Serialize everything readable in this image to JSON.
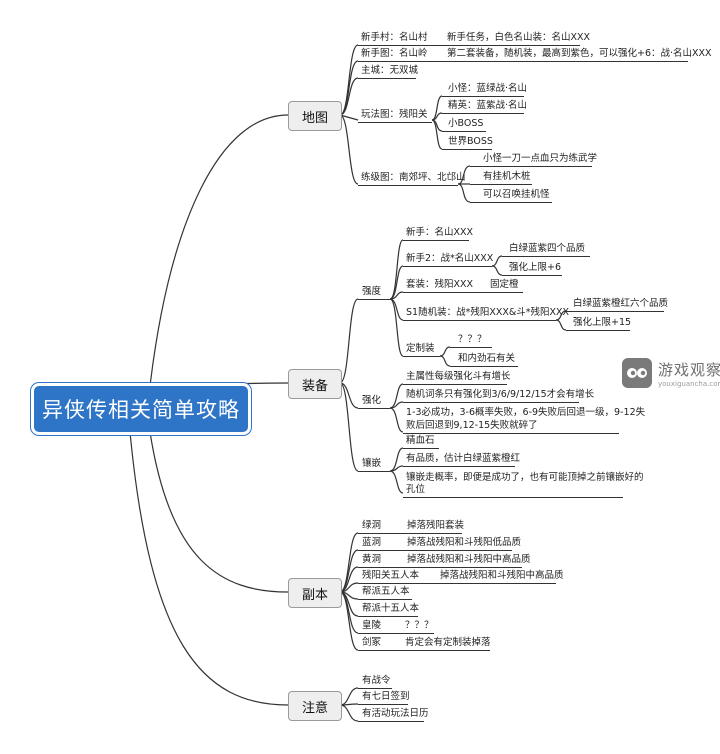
{
  "root": {
    "title": "异侠传相关简单攻略"
  },
  "categories": {
    "map": "地图",
    "equip": "装备",
    "dungeon": "副本",
    "notes": "注意"
  },
  "map": {
    "newbie_village_label": "新手村：名山村",
    "newbie_village_detail": "新手任务，白色名山装：名山XXX",
    "newbie_map_label": "新手图：名山岭",
    "newbie_map_detail": "第二套装备，随机装，最高到紫色，可以强化+6：战·名山XXX",
    "main_city": "主城：无双城",
    "play_map_label": "玩法图：残阳关",
    "play_map_items": [
      "小怪：蓝绿战·名山",
      "精英：蓝紫战·名山",
      "小BOSS",
      "世界BOSS"
    ],
    "training_label": "练级图：南郊坪、北邙山",
    "training_items": [
      "小怪一刀一点血只为练武学",
      "有挂机木桩",
      "可以召唤挂机怪"
    ]
  },
  "equip": {
    "strength_label": "强度",
    "s1": "新手：名山XXX",
    "s2": "新手2：战*名山XXX",
    "s2_items": [
      "白绿蓝紫四个品质",
      "强化上限+6"
    ],
    "s3": "套装：残阳XXX",
    "s3_detail": "固定橙",
    "s4": "S1随机装：战*残阳XXX&斗*残阳XXX",
    "s4_items": [
      "白绿蓝紫橙红六个品质",
      "强化上限+15"
    ],
    "s5": "定制装",
    "s5_items": [
      "？？？",
      "和内劲石有关"
    ],
    "enhance_label": "强化",
    "e_items": [
      "主属性每级强化斗有增长",
      "随机词条只有强化到3/6/9/12/15才会有增长"
    ],
    "e_long_1": "1-3必成功，3-6概率失败，6-9失败后回退一级，9-12失",
    "e_long_2": "败后回退到9,12-15失败就碎了",
    "inlay_label": "镶嵌",
    "i_items": [
      "精血石",
      "有品质，估计白绿蓝紫橙红"
    ],
    "i_long_1": "镶嵌走概率，即便是成功了，也有可能顶掉之前镶嵌好的",
    "i_long_2": "孔位"
  },
  "dungeon": {
    "rows": [
      {
        "name": "绿洞",
        "detail": "掉落残阳套装"
      },
      {
        "name": "蓝洞",
        "detail": "掉落战残阳和斗残阳低品质"
      },
      {
        "name": "黄洞",
        "detail": "掉落战残阳和斗残阳中高品质"
      },
      {
        "name": "残阳关五人本",
        "detail": "掉落战残阳和斗残阳中高品质"
      },
      {
        "name": "帮派五人本",
        "detail": ""
      },
      {
        "name": "帮派十五人本",
        "detail": ""
      },
      {
        "name": "皇陵",
        "detail": "？？？"
      },
      {
        "name": "剑冢",
        "detail": "肯定会有定制装掉落"
      }
    ]
  },
  "notes": {
    "items": [
      "有战令",
      "有七日签到",
      "有活动玩法日历"
    ]
  },
  "watermark": {
    "main": "游戏观察",
    "sub": "youxiguancha.com",
    "icon": "eyes-icon"
  },
  "colors": {
    "root_bg": "#2e75c8",
    "category_bg": "#eeeeee",
    "line": "#333333"
  }
}
